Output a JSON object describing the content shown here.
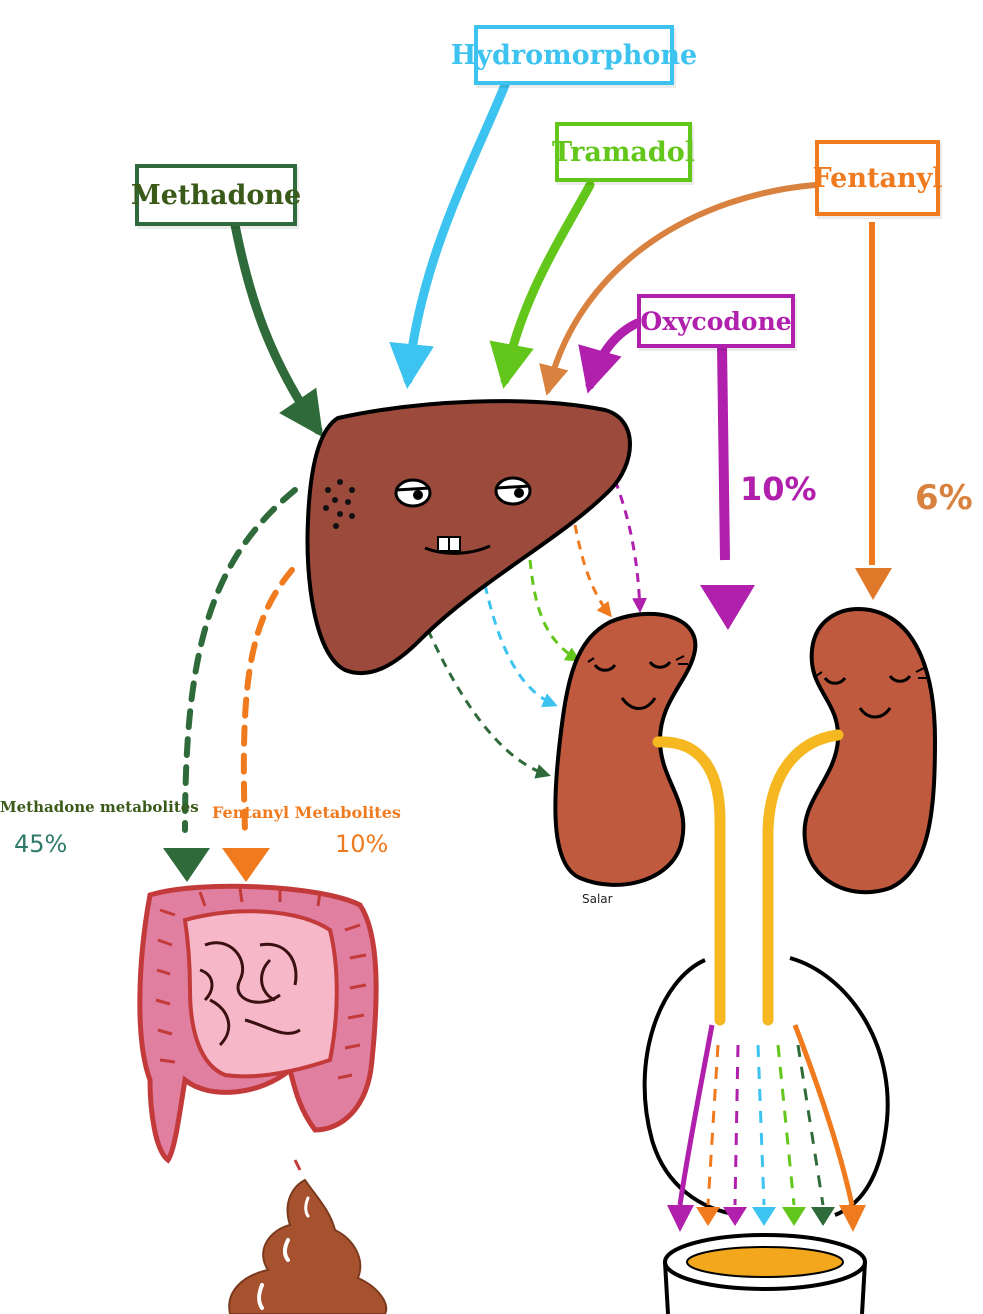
{
  "drugs": {
    "hydromorphone": {
      "label": "Hydromorphone",
      "color": "#3cc3ef"
    },
    "tramadol": {
      "label": "Tramadol",
      "color": "#63c61a"
    },
    "methadone": {
      "label": "Methadone",
      "color": "#2f6b3a"
    },
    "fentanyl": {
      "label": "Fentanyl",
      "color": "#f07a1e"
    },
    "oxycodone": {
      "label": "Oxycodone",
      "color": "#b020ad"
    }
  },
  "percentages": {
    "oxycodone_renal": "10%",
    "fentanyl_renal": "6%"
  },
  "metabolites": {
    "methadone": {
      "label": "Methadone metabolites",
      "pct": "45%"
    },
    "fentanyl": {
      "label": "Fentanyl Metabolites",
      "pct": "10%"
    }
  },
  "signature": "Salar",
  "colors": {
    "organ_brown": "#a6503a",
    "kidney": "#bf5a3e",
    "liver": "#9c4a3c",
    "intestine": "#e07fa0",
    "intestine_outline": "#c33a3a",
    "ureter": "#f5b820",
    "urine": "#f2a71c",
    "poop": "#a7522e"
  },
  "icons": [
    "liver-icon",
    "kidney-icon",
    "intestine-icon",
    "stool-icon",
    "bladder-icon",
    "toilet-icon"
  ]
}
